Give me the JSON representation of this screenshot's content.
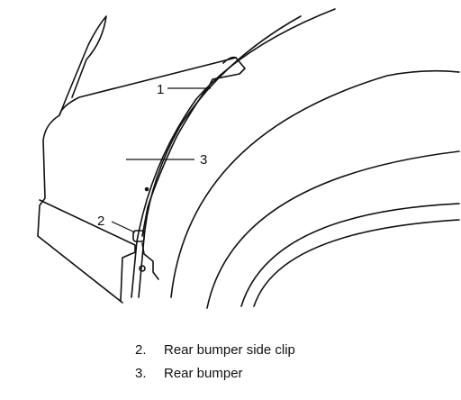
{
  "diagram": {
    "callouts": [
      {
        "id": "1",
        "label": "1"
      },
      {
        "id": "2",
        "label": "2"
      },
      {
        "id": "3",
        "label": "3"
      }
    ],
    "legend": [
      {
        "number": "2.",
        "text": "Rear bumper side clip"
      },
      {
        "number": "3.",
        "text": "Rear bumper"
      }
    ],
    "colors": {
      "ink": "#111111",
      "background": "#ffffff"
    }
  }
}
